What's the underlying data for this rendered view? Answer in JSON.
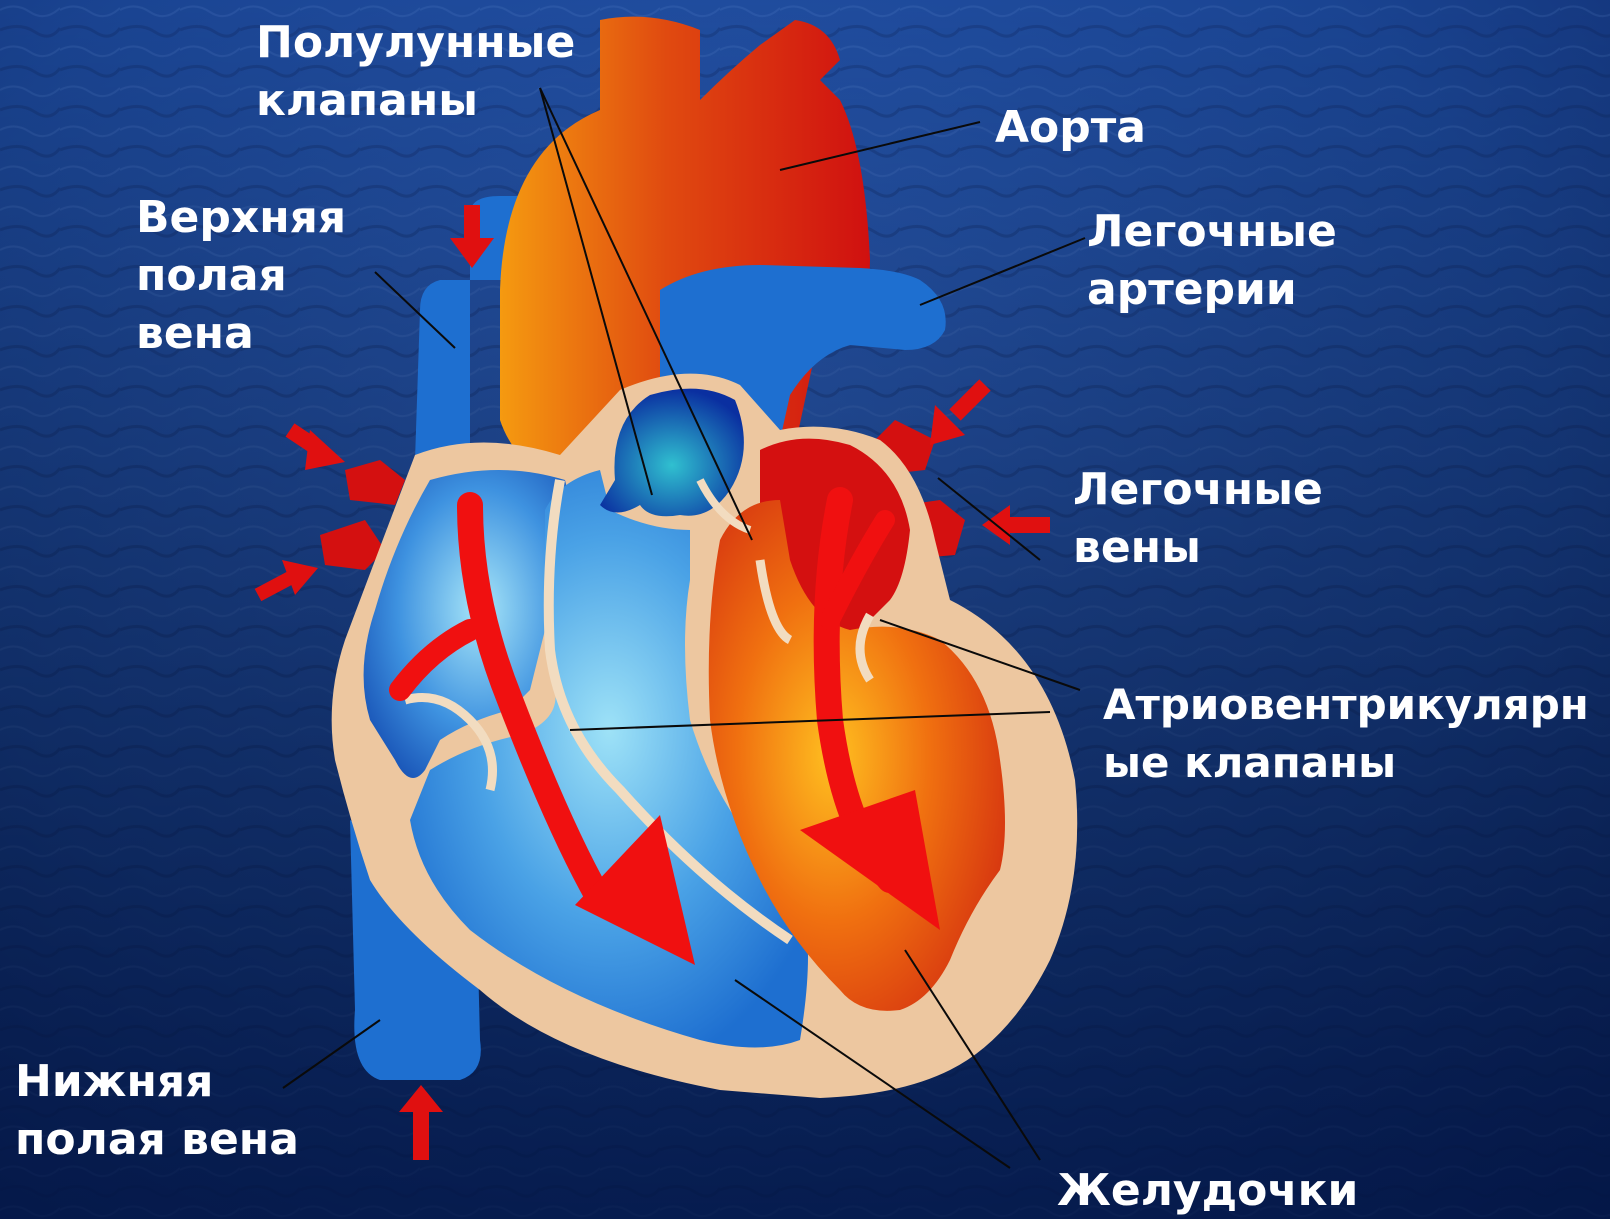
{
  "labels": {
    "semilunar_valves": [
      "Полулунные",
      "клапаны"
    ],
    "aorta": [
      "Аорта"
    ],
    "superior_vena_cava": [
      "Верхняя",
      "полая",
      "вена"
    ],
    "pulmonary_arteries": [
      "Легочные",
      "артерии"
    ],
    "pulmonary_veins": [
      "Легочные",
      "вены"
    ],
    "atrioventricular_valves": [
      "Атриовентрикулярн",
      "ые клапаны"
    ],
    "inferior_vena_cava": [
      "Нижняя",
      "полая вена"
    ],
    "ventricles": [
      "Желудочки"
    ]
  },
  "colors": {
    "background_dark": "#0e2a6e",
    "background_light": "#2050a6",
    "deoxygenated_blue": "#1e6fd0",
    "oxygenated_red": "#d41010",
    "oxygenated_orange": "#f08010",
    "heart_wall": "#edc7a0",
    "flow_arrow": "#f01010",
    "label_text": "#ffffff"
  }
}
